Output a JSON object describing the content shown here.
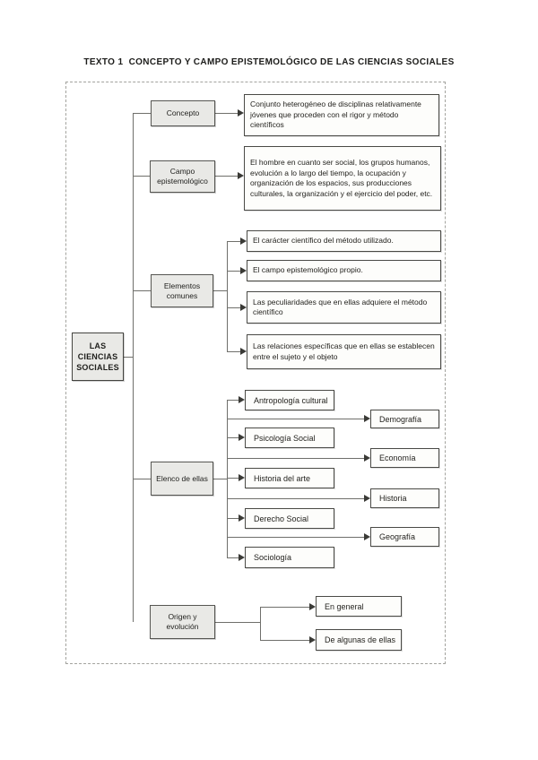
{
  "document": {
    "title": "TEXTO 1  CONCEPTO Y CAMPO EPISTEMOLÓGICO DE LAS CIENCIAS SOCIALES"
  },
  "colors": {
    "node_fill": "#e9e9e6",
    "box_fill": "#fdfdfb",
    "border_dark": "#4a4a46",
    "line": "#6f6f6b",
    "arrow": "#3a3a36",
    "dashed": "#a3a39e"
  },
  "diagram": {
    "root_label": "LAS CIENCIAS SOCIALES",
    "branches": {
      "concepto": {
        "label": "Concepto",
        "description": "Conjunto heterogéneo de disciplinas relativamente jóvenes que proceden con el rigor y método científicos"
      },
      "campo": {
        "label": "Campo epistemológico",
        "description": "El hombre en cuanto ser social, los grupos humanos, evolución a lo largo del tiempo, la ocupación y organización de los espacios, sus producciones culturales, la organización y el ejercicio del poder, etc."
      },
      "elementos": {
        "label": "Elementos comunes",
        "items": [
          "El carácter científico del método utilizado.",
          "El campo epistemológico propio.",
          "Las peculiaridades que en ellas adquiere el método científico",
          "Las relaciones específicas que en ellas se establecen entre el sujeto y el objeto"
        ]
      },
      "elenco": {
        "label": "Elenco de ellas",
        "disciplines": [
          "Antropología cultural",
          "Psicología Social",
          "Historia del arte",
          "Derecho Social",
          "Sociología"
        ],
        "related": [
          "Demografía",
          "Economía",
          "Historia",
          "Geografía"
        ]
      },
      "origen": {
        "label": "Origen y evolución",
        "items": [
          "En general",
          "De algunas de ellas"
        ]
      }
    }
  }
}
